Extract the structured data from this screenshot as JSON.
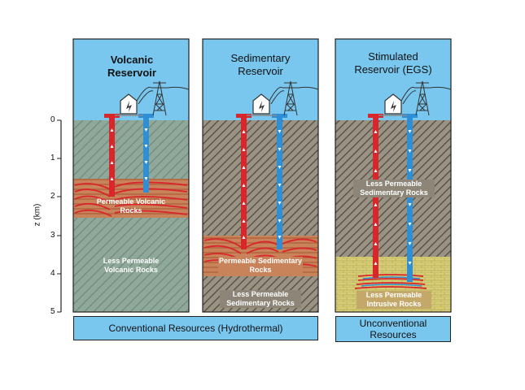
{
  "panels": [
    {
      "title": "Volcanic Reservoir",
      "reservoir_label": "Permeable Volcanic Rocks",
      "lower_label": "Less Permeable Volcanic Rocks"
    },
    {
      "title": "Sedimentary Reservoir",
      "reservoir_label": "Permeable Sedimentary Rocks",
      "lower_label": "Less Permeable Sedimentary Rocks"
    },
    {
      "title": "Stimulated Reservoir (EGS)",
      "upper_label": "Less Permeable Sedimentary Rocks",
      "lower_label": "Less Permeable Intrusive Rocks"
    }
  ],
  "axis": {
    "title": "z (km)",
    "ticks": [
      "0",
      "1",
      "2",
      "3",
      "4",
      "5"
    ]
  },
  "footers": {
    "conventional": "Conventional Resources (Hydrothermal)",
    "unconventional": "Unconventional Resources"
  },
  "colors": {
    "sky": "#79c7ee",
    "production_well": "#d9262b",
    "injection_well": "#2f8fd6",
    "volcanic_ground": "#8fa89a",
    "sed_ground": "#8d8577",
    "reservoir": "#c9835a",
    "intrusive": "#d8cd77"
  }
}
